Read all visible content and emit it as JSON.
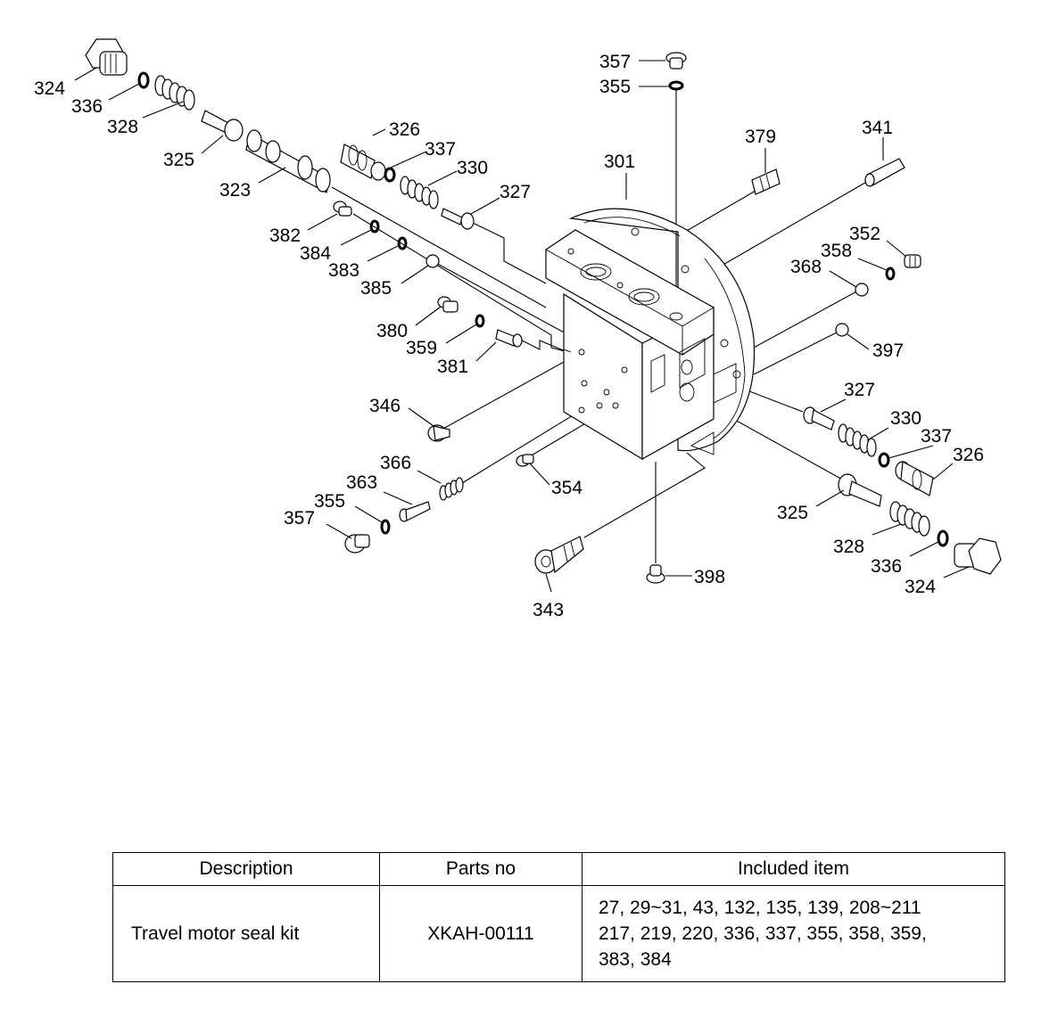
{
  "callouts": {
    "c324a": "324",
    "c336a": "336",
    "c328a": "328",
    "c325a": "325",
    "c323": "323",
    "c326a": "326",
    "c337a": "337",
    "c330a": "330",
    "c327a": "327",
    "c382": "382",
    "c384": "384",
    "c383": "383",
    "c385": "385",
    "c380": "380",
    "c359": "359",
    "c381": "381",
    "c346": "346",
    "c357a": "357",
    "c355a": "355",
    "c379": "379",
    "c341": "341",
    "c301": "301",
    "c352": "352",
    "c358": "358",
    "c368": "368",
    "c397": "397",
    "c327b": "327",
    "c330b": "330",
    "c337b": "337",
    "c326b": "326",
    "c325b": "325",
    "c328b": "328",
    "c336b": "336",
    "c324b": "324",
    "c366": "366",
    "c363": "363",
    "c355b": "355",
    "c357b": "357",
    "c354": "354",
    "c343": "343",
    "c398": "398"
  },
  "kit_table": {
    "headers": {
      "description": "Description",
      "parts_no": "Parts no",
      "included_item": "Included item"
    },
    "row": {
      "description": "Travel motor seal kit",
      "parts_no": "XKAH-00111",
      "included_lines": [
        "27, 29~31, 43, 132, 135, 139, 208~211",
        "217, 219, 220, 336, 337, 355, 358, 359,",
        "383, 384"
      ]
    }
  }
}
